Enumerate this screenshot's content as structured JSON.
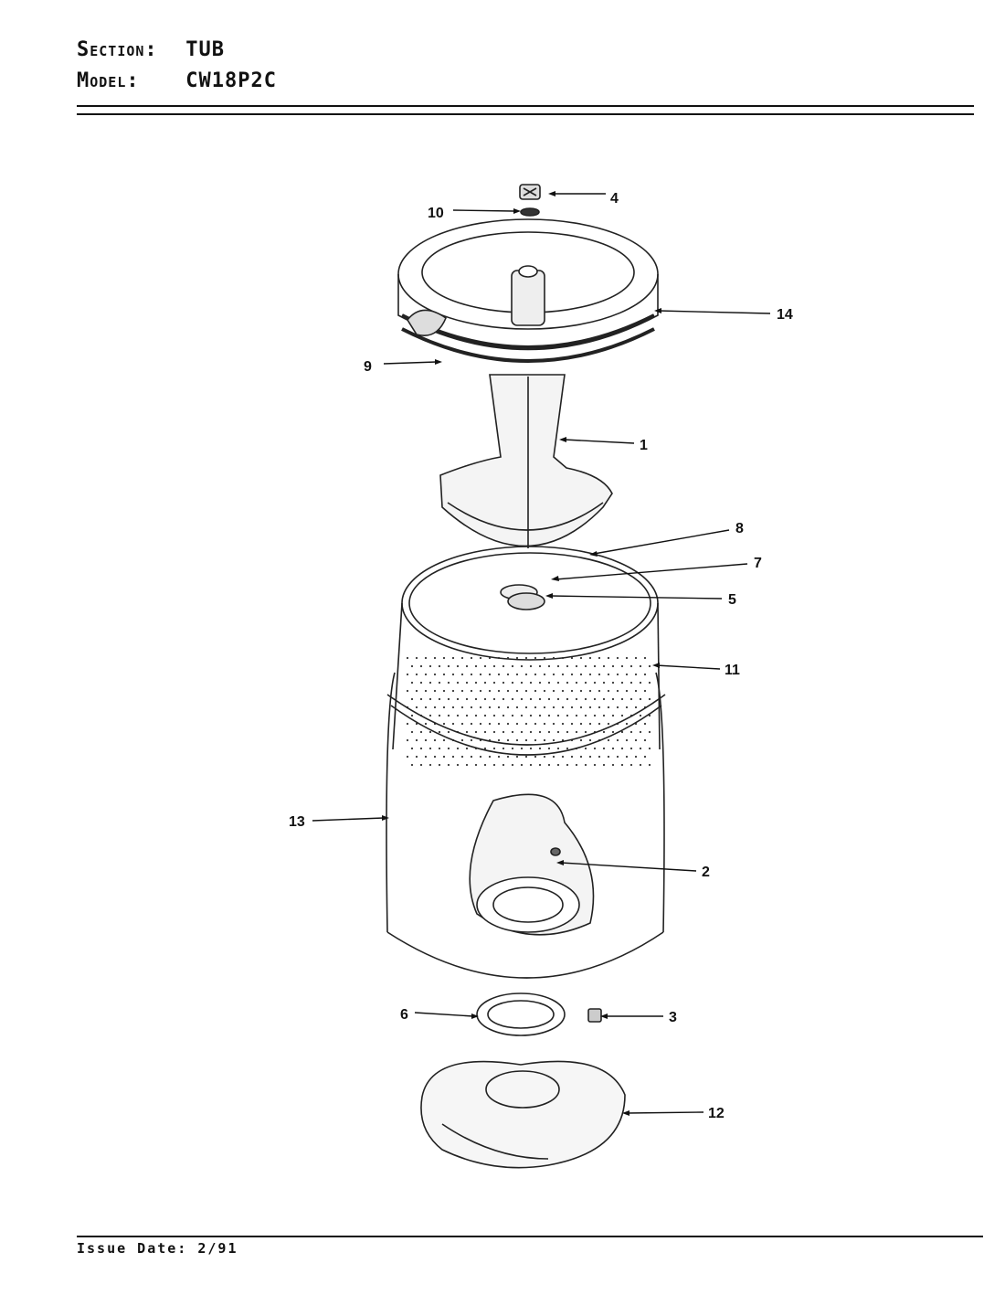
{
  "header": {
    "section_key": "Section:",
    "section_value": "TUB",
    "model_key": "Model:",
    "model_value": "CW18P2C"
  },
  "footer": {
    "issue_label": "Issue Date:",
    "issue_value": "2/91"
  },
  "callouts": [
    "1",
    "2",
    "3",
    "4",
    "5",
    "6",
    "7",
    "8",
    "9",
    "10",
    "11",
    "12",
    "13",
    "14"
  ]
}
